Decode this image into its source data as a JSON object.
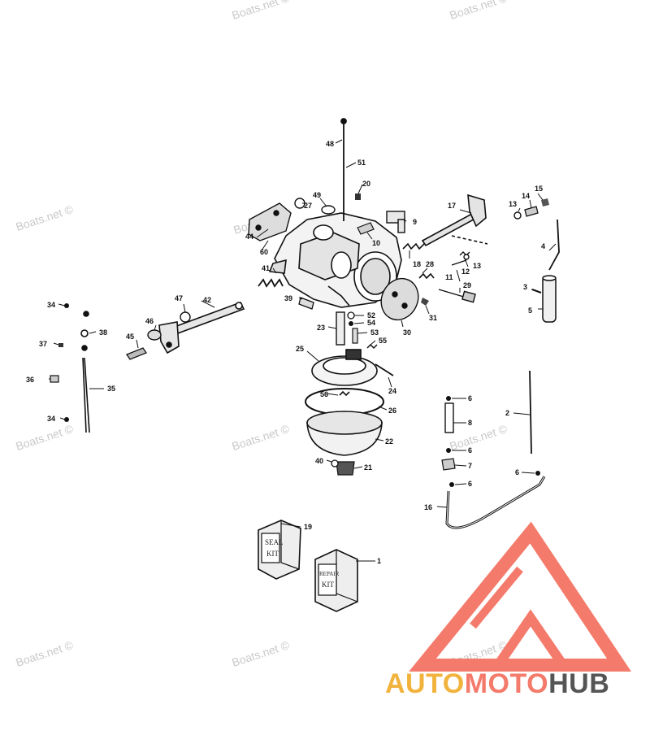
{
  "watermark": "Boats.net ©",
  "brand": {
    "part1": "AUTO",
    "part2": "MOTO",
    "part3": "HUB",
    "color1": "#f2b33d",
    "color2": "#f47b6b",
    "color3": "#555555"
  },
  "kits": {
    "seal_line1": "SEAL",
    "seal_line2": "KIT",
    "repair_line1": "REPAIR",
    "repair_line2": "KIT"
  },
  "labels": {
    "l1": "1",
    "l2": "2",
    "l3": "3",
    "l4": "4",
    "l5": "5",
    "l6a": "6",
    "l6b": "6",
    "l6c": "6",
    "l6d": "6",
    "l7": "7",
    "l8": "8",
    "l9": "9",
    "l10": "10",
    "l11": "11",
    "l12": "12",
    "l13a": "13",
    "l13b": "13",
    "l14": "14",
    "l15": "15",
    "l16": "16",
    "l17": "17",
    "l18": "18",
    "l19": "19",
    "l20": "20",
    "l21": "21",
    "l22": "22",
    "l23": "23",
    "l24": "24",
    "l25": "25",
    "l26": "26",
    "l27": "27",
    "l28": "28",
    "l29": "29",
    "l30": "30",
    "l31": "31",
    "l34a": "34",
    "l34b": "34",
    "l35": "35",
    "l36": "36",
    "l37": "37",
    "l38": "38",
    "l39": "39",
    "l40": "40",
    "l41": "41",
    "l42": "42",
    "l44": "44",
    "l45": "45",
    "l46": "46",
    "l47": "47",
    "l48": "48",
    "l49": "49",
    "l51": "51",
    "l52": "52",
    "l53": "53",
    "l54": "54",
    "l55": "55",
    "l56": "56",
    "l60": "60"
  }
}
